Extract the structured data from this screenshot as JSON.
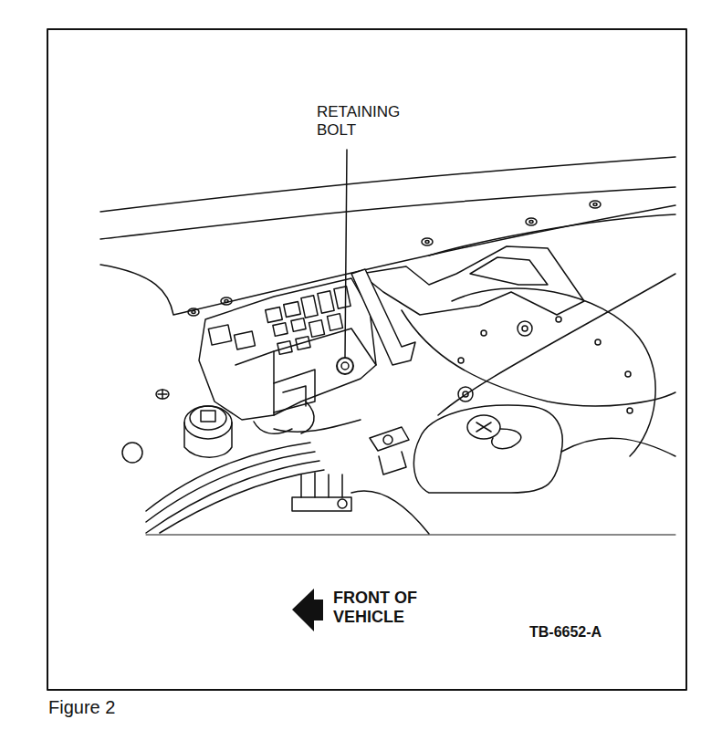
{
  "diagram": {
    "caption": "Figure 2",
    "labels": [
      "RETAINING BOLT",
      "FRONT OF VEHICLE",
      "TB-6652-A"
    ]
  }
}
